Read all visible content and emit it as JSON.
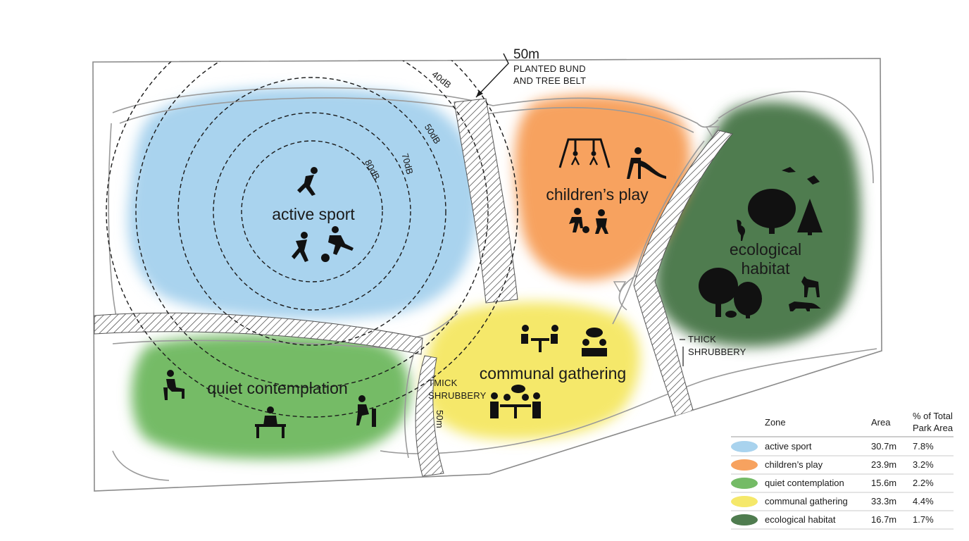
{
  "zones": {
    "active_sport": {
      "label": "active sport",
      "color": "#a9d3ee"
    },
    "childrens_play": {
      "label": "children’s play",
      "color": "#f7a25f"
    },
    "ecological_habitat": {
      "label_line1": "ecological",
      "label_line2": "habitat",
      "color": "#4f7c4f"
    },
    "communal_gathering": {
      "label": "communal gathering",
      "color": "#f5e86a"
    },
    "quiet_contemplation": {
      "label": "quiet contemplation",
      "color": "#74bb66"
    }
  },
  "annotations": {
    "bund_distance": "50m",
    "bund_line1": "PLANTED BUND",
    "bund_line2": "AND TREE BELT",
    "noise_40": "40dB",
    "noise_50": "50dB",
    "noise_70": "70dB",
    "noise_80": "80dB",
    "shrub_left_line1": "TMICK",
    "shrub_left_line2": "SHRUBBERY",
    "shrub_left_distance": "50m",
    "shrub_right_line1": "THICK",
    "shrub_right_line2": "SHRUBBERY"
  },
  "table": {
    "headers": {
      "zone": "Zone",
      "area": "Area",
      "pct_line1": "% of Total",
      "pct_line2": "Park Area"
    },
    "rows": [
      {
        "zone": "active sport",
        "area": "30.7m",
        "pct": "7.8%",
        "color": "#a9d3ee"
      },
      {
        "zone": "children’s play",
        "area": "23.9m",
        "pct": "3.2%",
        "color": "#f7a25f"
      },
      {
        "zone": "quiet contemplation",
        "area": "15.6m",
        "pct": "2.2%",
        "color": "#74bb66"
      },
      {
        "zone": "communal gathering",
        "area": "33.3m",
        "pct": "4.4%",
        "color": "#f5e86a"
      },
      {
        "zone": "ecological habitat",
        "area": "16.7m",
        "pct": "1.7%",
        "color": "#4f7c4f"
      }
    ]
  }
}
